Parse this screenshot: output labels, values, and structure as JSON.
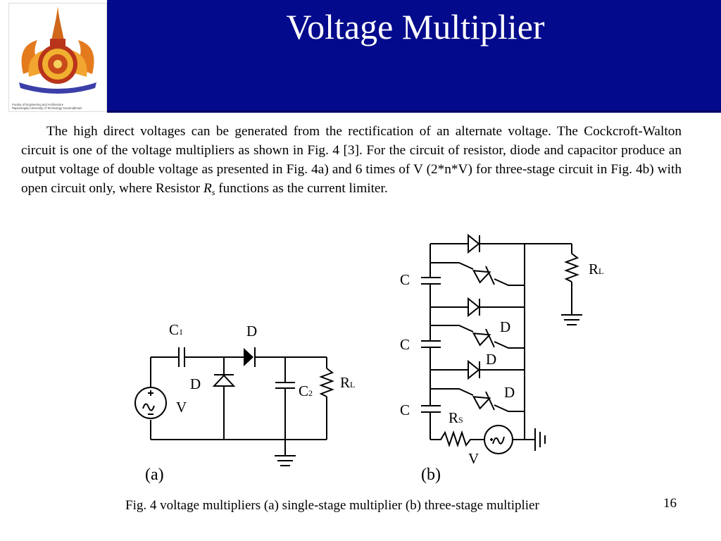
{
  "slide": {
    "title": "Voltage Multiplier",
    "page_number": "16"
  },
  "logo": {
    "caption_line1": "Faculty of Engineering and Architecture",
    "caption_line2": "Rajamangala University of Technology Suvarnabhumi"
  },
  "body": {
    "part1": "The high direct voltages can be generated from the rectification of an alternate voltage. The Cockcroft-Walton circuit is one of the voltage multipliers as shown in Fig. 4 [3]. For the circuit of resistor, diode and capacitor produce an output voltage of double voltage as presented in Fig. 4a) and 6 times of V (2*n*V) for three-stage circuit in Fig. 4b) with open circuit only, where Resistor ",
    "rs_main": "R",
    "rs_sub": "s",
    "part2": " functions as the current limiter."
  },
  "figure_a": {
    "label": "(a)",
    "c1_main": "C",
    "c1_sub": "1",
    "d_top": "D",
    "d_left": "D",
    "c2_main": "C",
    "c2_sub": "2",
    "rl_main": "R",
    "rl_sub": "L",
    "v": "V"
  },
  "figure_b": {
    "label": "(b)",
    "rl_main": "R",
    "rl_sub": "L",
    "c_labels": [
      "C",
      "C",
      "C"
    ],
    "d_labels": [
      "D",
      "D",
      "D"
    ],
    "rs_main": "R",
    "rs_sub": "S",
    "v": "V"
  },
  "caption": "Fig. 4 voltage multipliers (a) single-stage multiplier (b) three-stage multiplier"
}
